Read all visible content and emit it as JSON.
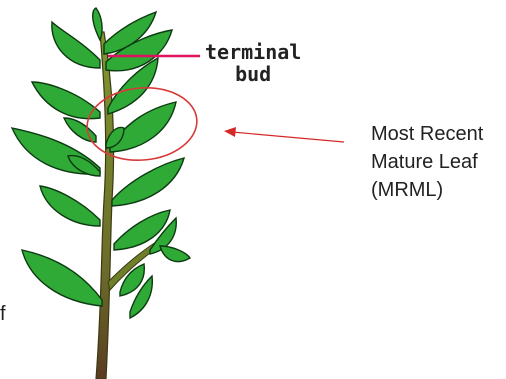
{
  "labels": {
    "terminal_bud_line1": "terminal",
    "terminal_bud_line2": "bud",
    "mrml_line1": "Most Recent",
    "mrml_line2": "Mature Leaf",
    "mrml_line3": "(MRML)",
    "edge_fragment": "f"
  },
  "colors": {
    "leaf_fill": "#2faa36",
    "leaf_stroke": "#0d3a12",
    "stem": "#6e7f2a",
    "stem_base": "#5a3b22",
    "callout_line": "#e0115f",
    "highlight_circle": "#d83a3a",
    "arrow": "#d62828",
    "text": "#222222"
  }
}
